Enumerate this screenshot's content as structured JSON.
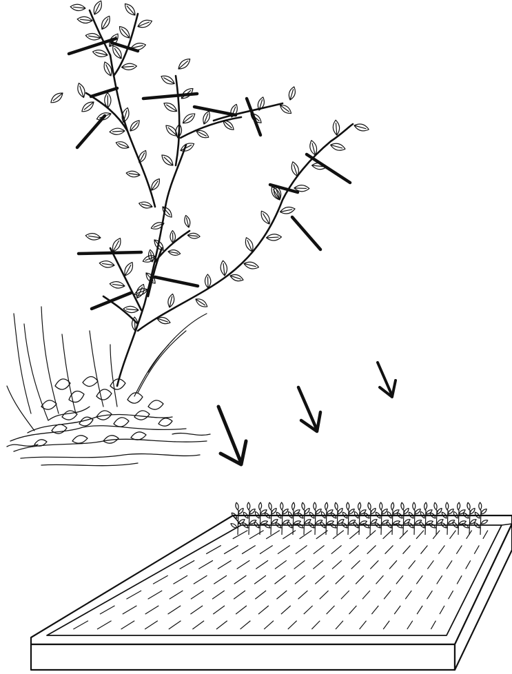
{
  "colors": {
    "background": "#ffffff",
    "ink": "#111111"
  },
  "parts": {
    "shrub": "shrub-with-cuttings",
    "cut_marks": "cut-marks",
    "arrows": "transfer-arrows",
    "bed": "propagation-bed",
    "cuttings_row": "rooted-cuttings-row"
  }
}
